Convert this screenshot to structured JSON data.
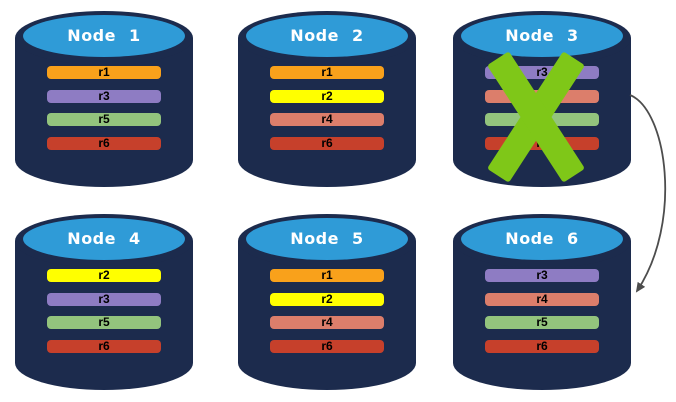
{
  "diagram": {
    "title_hint": "replica distribution across database nodes with failed node",
    "colors": {
      "background": "#FFFFFF",
      "cylinder_body": "#1C2B4D",
      "cylinder_top": "#2F9BD7",
      "title_text": "#FFFFFF",
      "bar_text": "#000000",
      "failure_x": "#7FC718",
      "arrow": "#4D4D4D"
    },
    "replica_colors": {
      "r1": "#F9A11B",
      "r2": "#FFFF00",
      "r3": "#8E7CC3",
      "r4": "#DC7E6B",
      "r5": "#93C47D",
      "r6": "#C6402B"
    },
    "nodes": [
      {
        "title": "Node 1",
        "failed": false,
        "replicas": [
          "r1",
          "r3",
          "r5",
          "r6"
        ]
      },
      {
        "title": "Node 2",
        "failed": false,
        "replicas": [
          "r1",
          "r2",
          "r4",
          "r6"
        ]
      },
      {
        "title": "Node 3",
        "failed": true,
        "replicas": [
          "r3",
          "r4",
          "r5",
          "r6"
        ]
      },
      {
        "title": "Node 4",
        "failed": false,
        "replicas": [
          "r2",
          "r3",
          "r5",
          "r6"
        ]
      },
      {
        "title": "Node 5",
        "failed": false,
        "replicas": [
          "r1",
          "r2",
          "r4",
          "r6"
        ]
      },
      {
        "title": "Node 6",
        "failed": false,
        "replicas": [
          "r3",
          "r4",
          "r5",
          "r6"
        ]
      }
    ],
    "arrow": {
      "from": "Node 3",
      "to": "Node 6"
    }
  }
}
